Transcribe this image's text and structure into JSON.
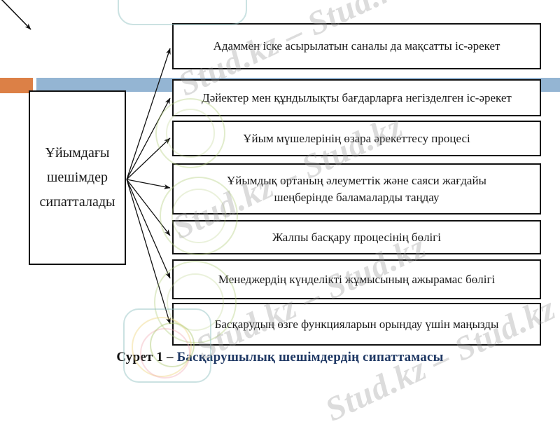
{
  "figure": {
    "source_box": {
      "label": "Ұйымдағы шешімдер сипатталады"
    },
    "items": [
      "Адаммен іске асырылатын саналы да мақсатты іс-әрекет",
      "Дәйектер мен құндылықты бағдарларға негізделген іс-әрекет",
      "Ұйым мүшелерінің өзара әрекеттесу процесі",
      "Ұйымдық ортаның әлеуметтік және саяси жағдайы шеңберінде баламаларды таңдау",
      "Жалпы басқару процесінің бөлігі",
      "Менеджердің күнделікті жұмысының ажырамас бөлігі",
      "Басқарудың өзге функцияларын орындау үшін маңызды"
    ],
    "caption": {
      "prefix": "Сурет 1 – ",
      "title": "Басқарушылық шешімдердің сипаттамасы"
    }
  },
  "watermark": {
    "text": "Stud.kz – Stud.kz"
  },
  "colors": {
    "orange_block": "#DC8046",
    "blue_band": "#94B5D3",
    "caption_navy": "#1F3864",
    "box_border": "#111111",
    "watermark_gray": "#969696"
  }
}
